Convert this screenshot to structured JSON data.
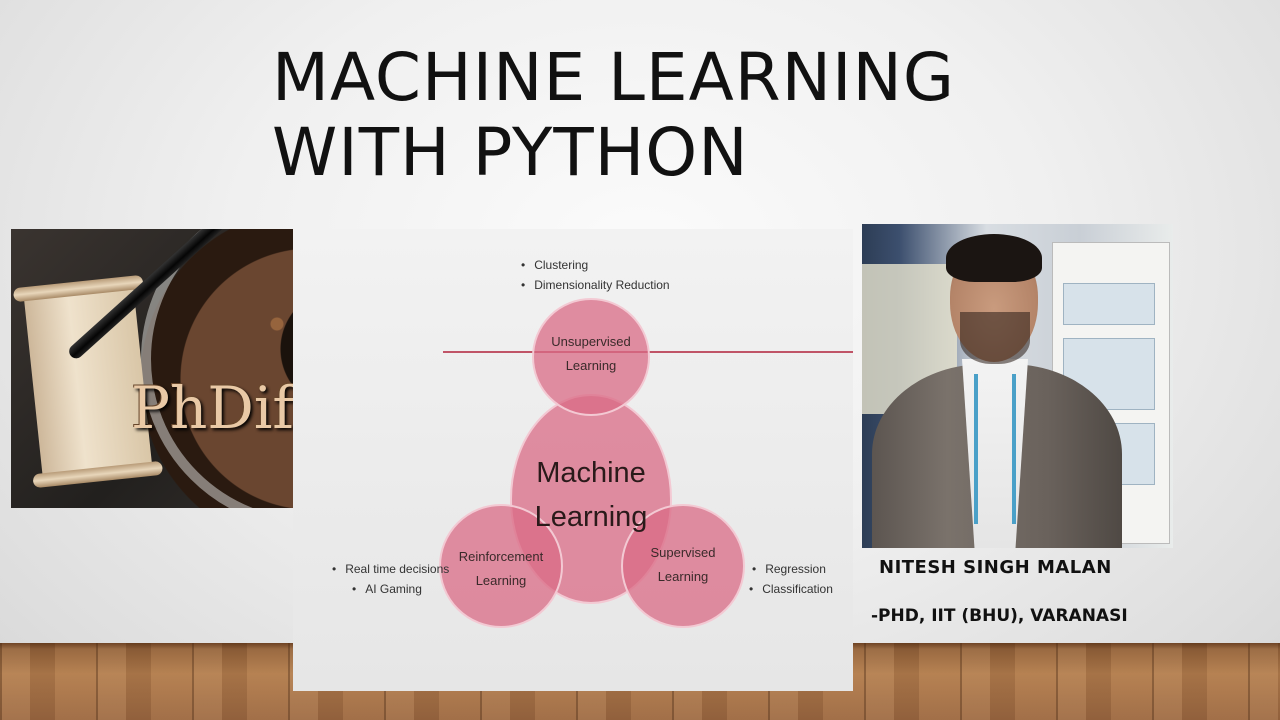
{
  "slide": {
    "title_line1": "MACHINE LEARNING",
    "title_line2": "WITH PYTHON"
  },
  "logo": {
    "text": "PhDify"
  },
  "diagram": {
    "center": [
      "Machine",
      "Learning"
    ],
    "unsupervised": {
      "label": [
        "Unsupervised",
        "Learning"
      ],
      "bullets": [
        "Clustering",
        "Dimensionality Reduction"
      ]
    },
    "reinforcement": {
      "label": [
        "Reinforcement",
        "Learning"
      ],
      "bullets": [
        "Real time decisions",
        "AI Gaming"
      ]
    },
    "supervised": {
      "label": [
        "Supervised",
        "Learning"
      ],
      "bullets": [
        "Regression",
        "Classification"
      ]
    },
    "colors": {
      "circle_fill": "#d96b85",
      "circle_stroke": "#f3c9d3",
      "line": "#b0203a"
    }
  },
  "presenter": {
    "name": "NITESH SINGH MALAN",
    "affiliation": "-PHD, IIT (BHU), VARANASI"
  }
}
